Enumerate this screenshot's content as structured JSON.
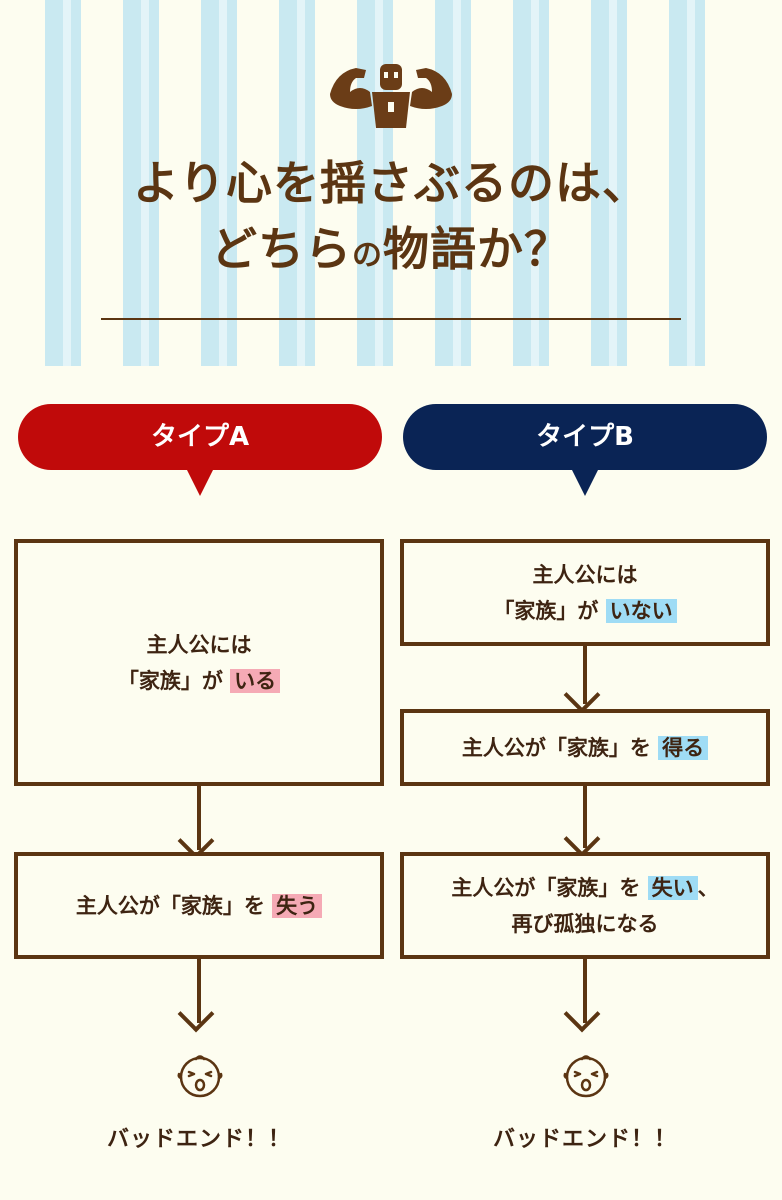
{
  "header": {
    "title_line1": "より心を揺さぶるのは、",
    "title_line2_part1": "どちら",
    "title_line2_small": "の",
    "title_line2_part2": "物語か？"
  },
  "type_a": {
    "label": "タイプA",
    "box1": {
      "line1": "主人公には",
      "line2_pre": "「家族」が",
      "highlight": "いる"
    },
    "box2": {
      "pre": "主人公が「家族」を",
      "highlight": "失う"
    },
    "ending": "バッドエンド！！"
  },
  "type_b": {
    "label": "タイプB",
    "box1": {
      "line1": "主人公には",
      "line2_pre": "「家族」が",
      "highlight": "いない"
    },
    "box2": {
      "pre": "主人公が「家族」を",
      "highlight": "得る"
    },
    "box3": {
      "pre": "主人公が「家族」を",
      "highlight": "失い",
      "post": "、",
      "line2": "再び孤独になる"
    },
    "ending": "バッドエンド！！"
  },
  "colors": {
    "type_a": "#c00a0a",
    "type_b": "#0a2455",
    "highlight_a": "#f5aab5",
    "highlight_b": "#9fdcf5",
    "text": "#5b3512"
  },
  "icons": [
    "muscle-man-icon",
    "crying-baby-icon"
  ]
}
